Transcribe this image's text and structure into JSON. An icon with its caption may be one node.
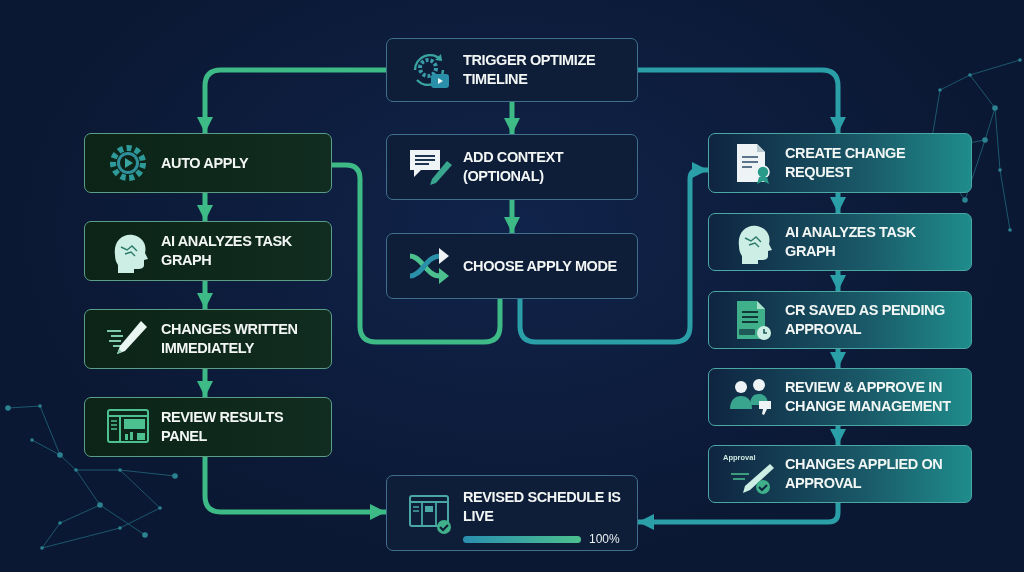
{
  "diagram": {
    "nodes": [
      {
        "text": [
          "TRIGGER OPTIMIZE TIMELINE"
        ]
      },
      {
        "text": [
          "AUTO APPLY"
        ]
      },
      {
        "text": [
          "AI ANALYZES TASK GRAPH"
        ]
      },
      {
        "text": [
          "CHANGES WRITTEN IMMEDIATELY"
        ]
      },
      {
        "text": [
          "REVIEW RESULTS PANEL"
        ]
      },
      {
        "text": [
          "ADD CONTEXT (OPTIONAL)"
        ]
      },
      {
        "text": [
          "CHOOSE APPLY MODE"
        ]
      },
      {
        "text": [
          "CREATE CHANGE REQUEST"
        ]
      },
      {
        "text": [
          "AI ANALYZES TASK GRAPH"
        ]
      },
      {
        "text": [
          "CR SAVED AS PENDING APPROVAL"
        ]
      },
      {
        "text": [
          "REVIEW & APPROVE IN CHANGE MANAGEMENT"
        ]
      },
      {
        "text": [
          "CHANGES APPLIED ON APPROVAL"
        ]
      },
      {
        "text": [
          "REVISED SCHEDULE IS LIVE",
          "100%"
        ]
      }
    ],
    "edges": [
      {
        "from": 0,
        "to": 1,
        "arrow": "to"
      },
      {
        "from": 0,
        "to": 7,
        "arrow": "to",
        "color": "#2a9fa8"
      },
      {
        "from": 0,
        "to": 5,
        "arrow": "to"
      },
      {
        "from": 5,
        "to": 6,
        "arrow": "to"
      },
      {
        "from": 6,
        "to": 1,
        "arrow": "none"
      },
      {
        "from": 6,
        "to": 7,
        "arrow": "to",
        "color": "#2a9fa8"
      },
      {
        "from": 1,
        "to": 2,
        "arrow": "to"
      },
      {
        "from": 2,
        "to": 3,
        "arrow": "to"
      },
      {
        "from": 3,
        "to": 4,
        "arrow": "to"
      },
      {
        "from": 4,
        "to": 12,
        "arrow": "to"
      },
      {
        "from": 7,
        "to": 8,
        "arrow": "to",
        "color": "#2a9fa8"
      },
      {
        "from": 8,
        "to": 9,
        "arrow": "to",
        "color": "#2a9fa8"
      },
      {
        "from": 9,
        "to": 10,
        "arrow": "to",
        "color": "#2a9fa8"
      },
      {
        "from": 10,
        "to": 11,
        "arrow": "to",
        "color": "#2a9fa8"
      },
      {
        "from": 11,
        "to": 12,
        "arrow": "to",
        "color": "#2a9fa8"
      }
    ],
    "labels": [
      "Approval"
    ]
  }
}
